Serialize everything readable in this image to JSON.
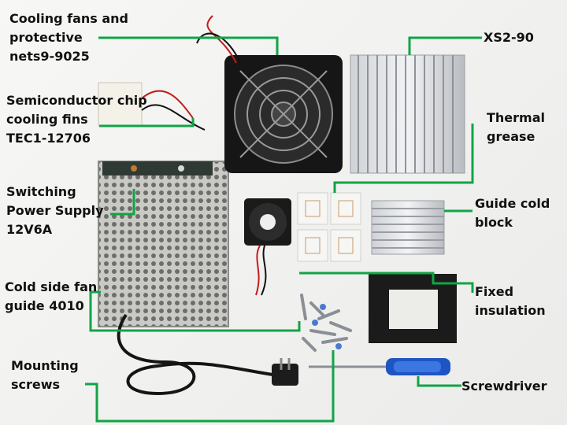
{
  "labels": {
    "cooling_fans": [
      "Cooling fans and",
      "protective",
      "nets9-9025"
    ],
    "chip_fins": [
      "Semiconductor chip",
      "cooling fins",
      "TEC1-12706"
    ],
    "power_supply": [
      "Switching",
      "Power Supply",
      "12V6A"
    ],
    "cold_side_fan": [
      "Cold side fan",
      "guide 4010"
    ],
    "mounting_screws": [
      "Mounting",
      "screws"
    ],
    "xs2": [
      "XS2-90"
    ],
    "thermal_grease": [
      "Thermal",
      "grease"
    ],
    "guide_block": [
      "Guide cold",
      "block"
    ],
    "fixed_insulation": [
      "Fixed",
      "insulation"
    ],
    "screwdriver": [
      "Screwdriver"
    ]
  },
  "colors": {
    "leader_line": "#11a446",
    "label_text": "#111111",
    "background": "#f2f2f0"
  }
}
